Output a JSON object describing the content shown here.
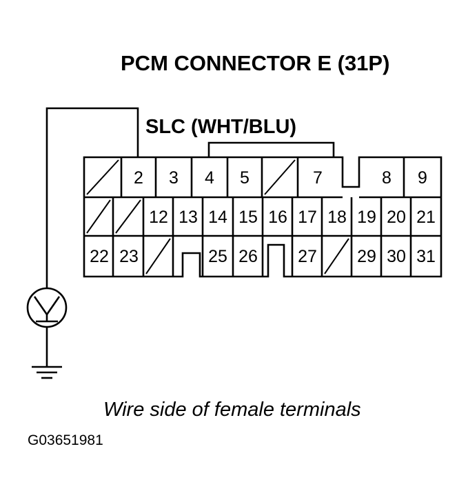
{
  "title": "PCM CONNECTOR E (31P)",
  "wire_label": "SLC (WHT/BLU)",
  "caption": "Wire side of female terminals",
  "figure_code": "G03651981",
  "pins": {
    "p2": "2",
    "p3": "3",
    "p4": "4",
    "p5": "5",
    "p7": "7",
    "p8": "8",
    "p9": "9",
    "p12": "12",
    "p13": "13",
    "p14": "14",
    "p15": "15",
    "p16": "16",
    "p17": "17",
    "p18": "18",
    "p19": "19",
    "p20": "20",
    "p21": "21",
    "p22": "22",
    "p23": "23",
    "p25": "25",
    "p26": "26",
    "p27": "27",
    "p29": "29",
    "p30": "30",
    "p31": "31"
  },
  "icons": {
    "meter": "voltmeter-icon",
    "ground": "ground-icon"
  }
}
